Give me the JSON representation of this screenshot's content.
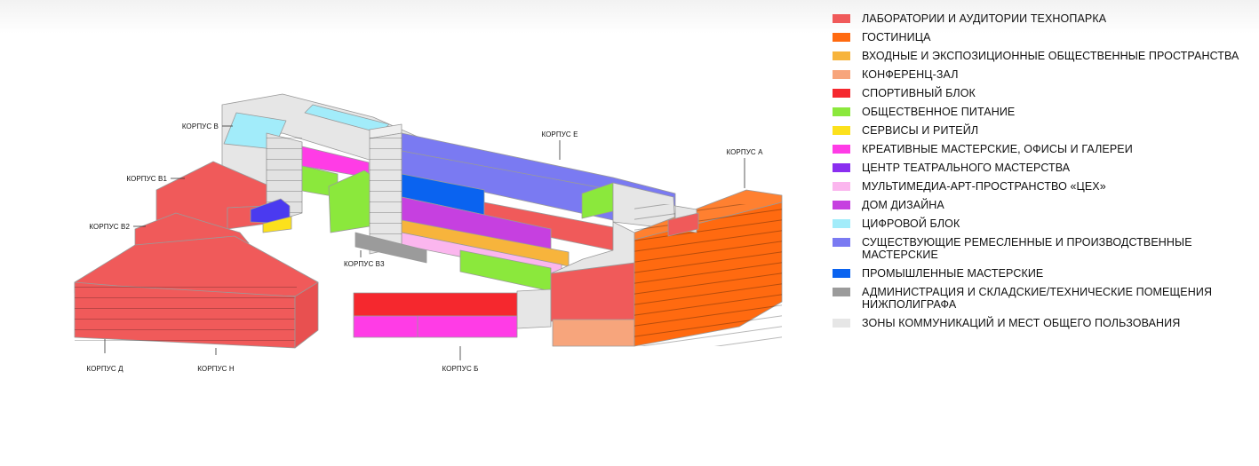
{
  "labels": {
    "korpus_v": "КОРПУС В",
    "korpus_v1": "КОРПУС В1",
    "korpus_v2": "КОРПУС В2",
    "korpus_v3": "КОРПУС В3",
    "korpus_e": "КОРПУС Е",
    "korpus_a": "КОРПУС А",
    "korpus_d": "КОРПУС Д",
    "korpus_n": "КОРПУС Н",
    "korpus_b": "КОРПУС Б"
  },
  "legend": [
    {
      "label": "ЛАБОРАТОРИИ И АУДИТОРИИ ТЕХНОПАРКА",
      "color": "#f05a5a",
      "name": "labs"
    },
    {
      "label": "ГОСТИНИЦА",
      "color": "#ff6a10",
      "name": "hotel"
    },
    {
      "label": "ВХОДНЫЕ И ЭКСПОЗИЦИОННЫЕ ОБЩЕСТВЕННЫЕ ПРОСТРАНСТВА",
      "color": "#f7b43c",
      "name": "entrance-spaces"
    },
    {
      "label": "КОНФЕРЕНЦ-ЗАЛ",
      "color": "#f7a57c",
      "name": "conference-hall"
    },
    {
      "label": "СПОРТИВНЫЙ БЛОК",
      "color": "#f5282e",
      "name": "sports-block"
    },
    {
      "label": "ОБЩЕСТВЕННОЕ ПИТАНИЕ",
      "color": "#8be83c",
      "name": "catering"
    },
    {
      "label": "СЕРВИСЫ И РИТЕЙЛ",
      "color": "#fce11c",
      "name": "services-retail"
    },
    {
      "label": "КРЕАТИВНЫЕ МАСТЕРСКИЕ, ОФИСЫ И ГАЛЕРЕИ",
      "color": "#ff3ce6",
      "name": "creative-workshops"
    },
    {
      "label": "ЦЕНТР ТЕАТРАЛЬНОГО МАСТЕРСТВА",
      "color": "#8a2ef0",
      "name": "theatre-center"
    },
    {
      "label": "МУЛЬТИМЕДИА-АРТ-ПРОСТРАНСТВО «ЦЕХ»",
      "color": "#fbb6ee",
      "name": "multimedia-art"
    },
    {
      "label": "ДОМ ДИЗАЙНА",
      "color": "#c640e0",
      "name": "design-house"
    },
    {
      "label": "ЦИФРОВОЙ БЛОК",
      "color": "#a2ecfa",
      "name": "digital-block"
    },
    {
      "label": "СУЩЕСТВУЮЩИЕ РЕМЕСЛЕННЫЕ И ПРОИЗВОДСТВЕННЫЕ МАСТЕРСКИЕ",
      "color": "#7a7af2",
      "name": "craft-workshops"
    },
    {
      "label": "ПРОМЫШЛЕННЫЕ МАСТЕРСКИЕ",
      "color": "#0a63f0",
      "name": "industrial-workshops"
    },
    {
      "label": "АДМИНИСТРАЦИЯ И СКЛАДСКИЕ/ТЕХНИЧЕСКИЕ ПОМЕЩЕНИЯ НИЖПОЛИГРАФА",
      "color": "#9b9b9b",
      "name": "administration"
    },
    {
      "label": "ЗОНЫ КОММУНИКАЦИЙ И МЕСТ ОБЩЕГО ПОЛЬЗОВАНИЯ",
      "color": "#e6e6e6",
      "name": "common-areas"
    }
  ]
}
